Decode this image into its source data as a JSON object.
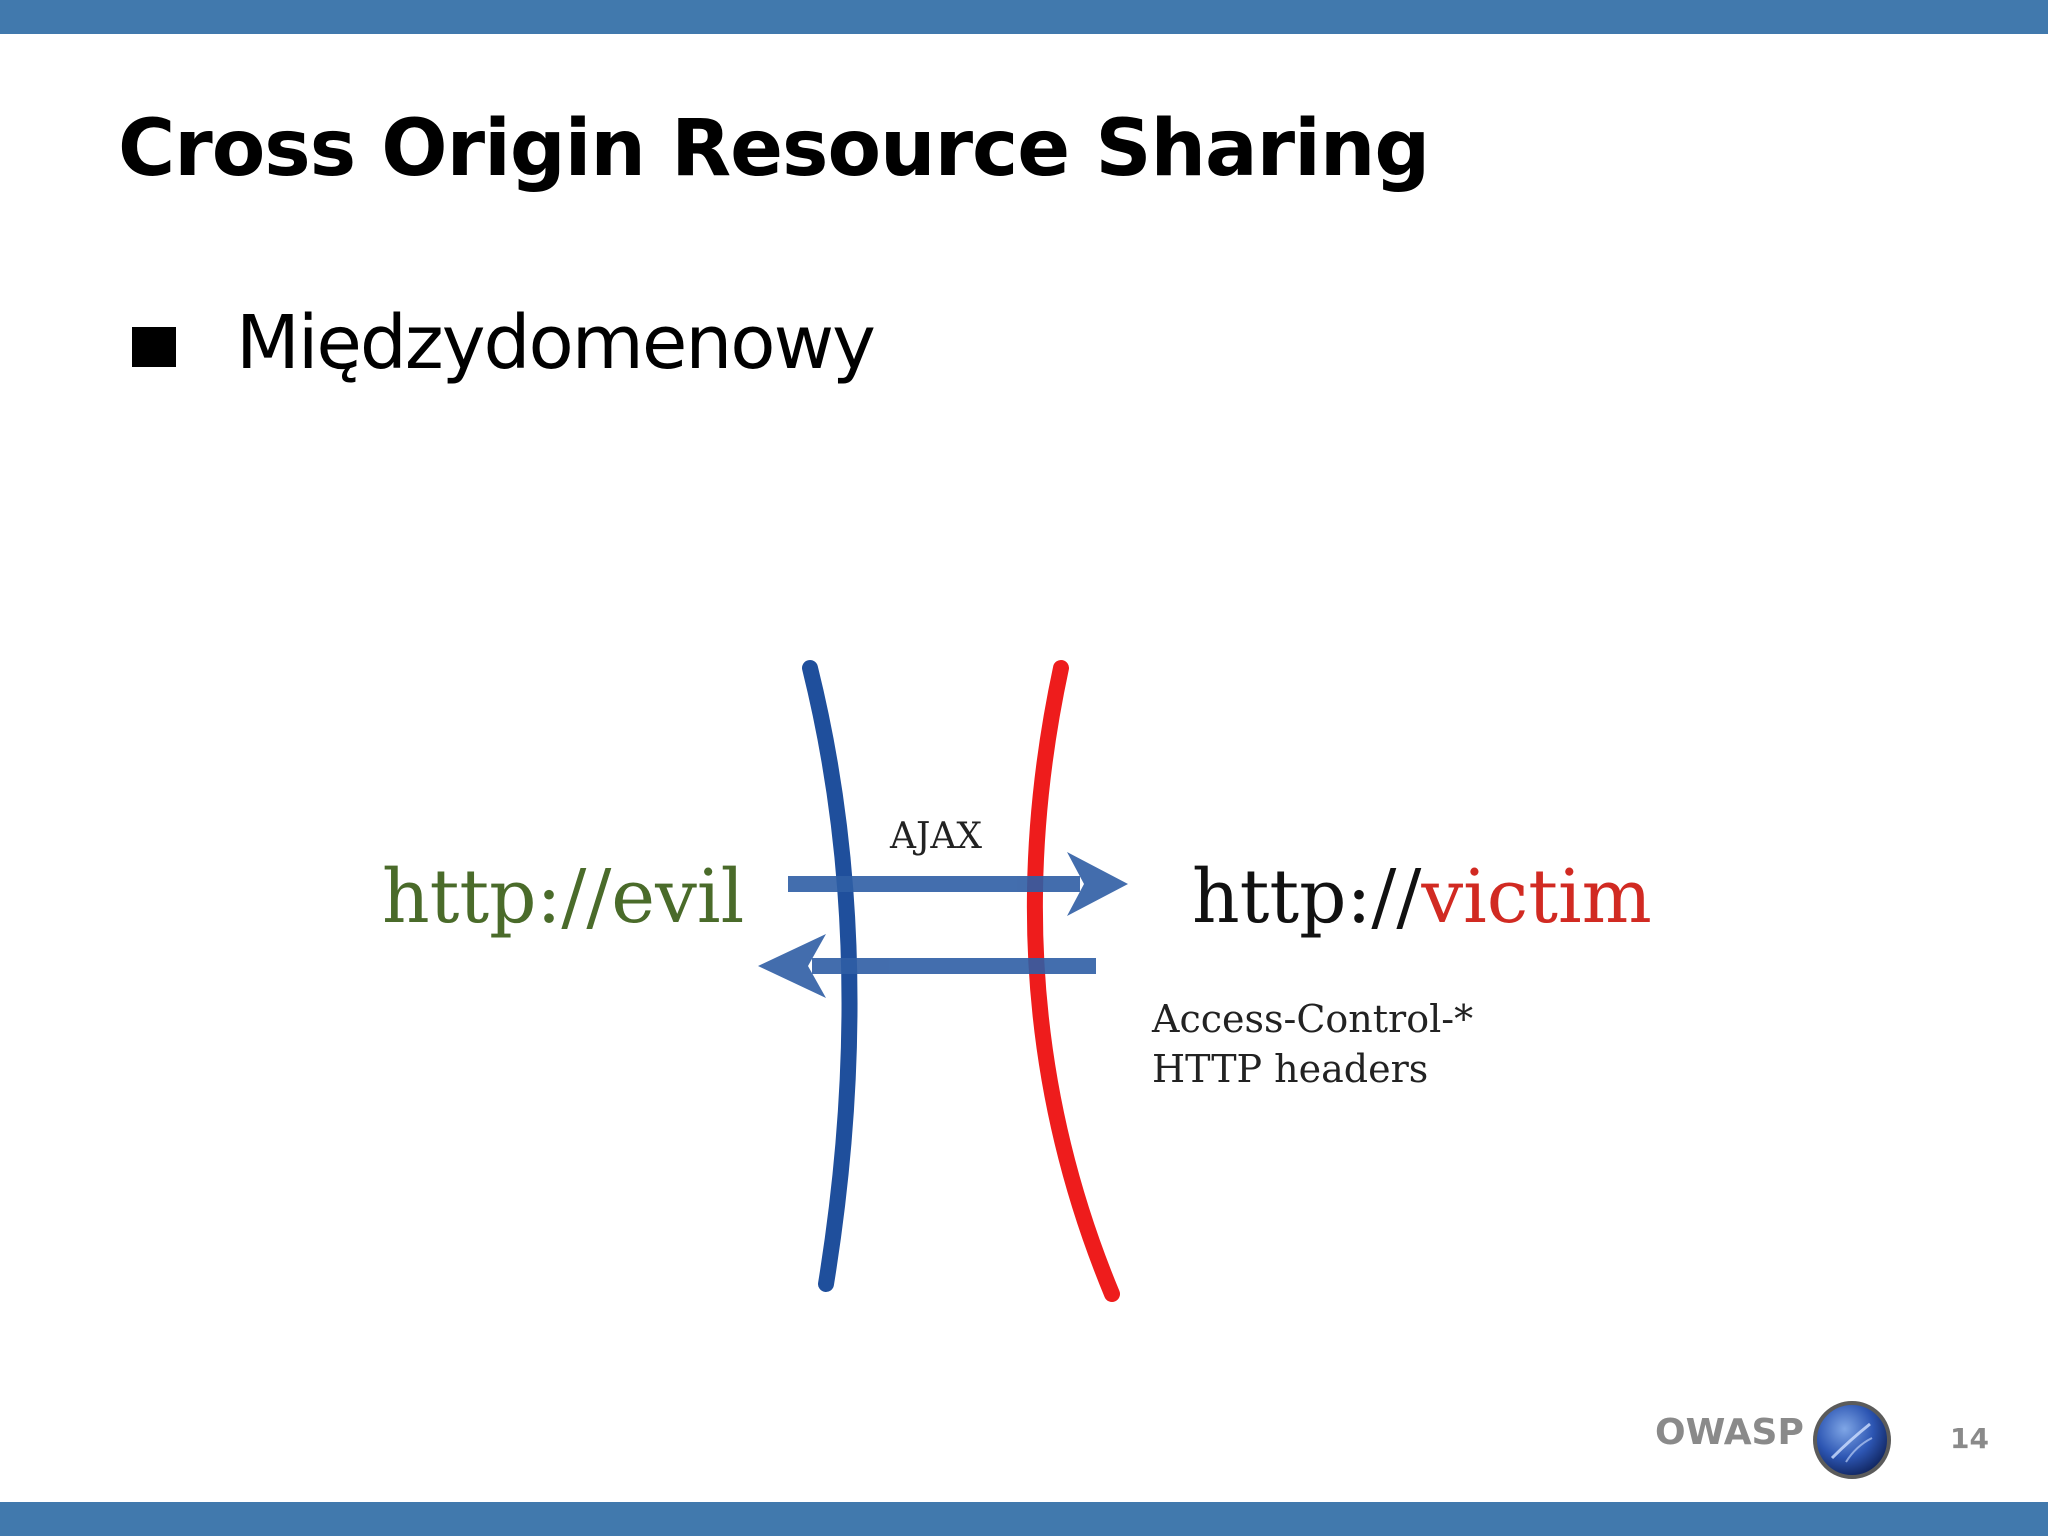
{
  "slide": {
    "title": "Cross Origin Resource Sharing",
    "bullets": [
      {
        "text": "Międzydomenowy"
      }
    ]
  },
  "diagram": {
    "left_origin": "http://evil",
    "right_origin_prefix": "http://",
    "right_origin_suffix": "victim",
    "request_label": "AJAX",
    "response_label_line1": "Access-Control-*",
    "response_label_line2": "HTTP headers"
  },
  "footer": {
    "brand": "OWASP",
    "page_number": "14"
  },
  "colors": {
    "bar": "#4179ad",
    "evil_green": "#4a6b2a",
    "victim_red": "#d12a22",
    "blue_line": "#1f4f9c",
    "red_line": "#ee1c1c",
    "arrow": "#2f5ea5",
    "footer_gray": "#8a8a8a"
  },
  "icons": {
    "bullet": "square-bullet-icon",
    "logo": "owasp-logo-icon"
  }
}
